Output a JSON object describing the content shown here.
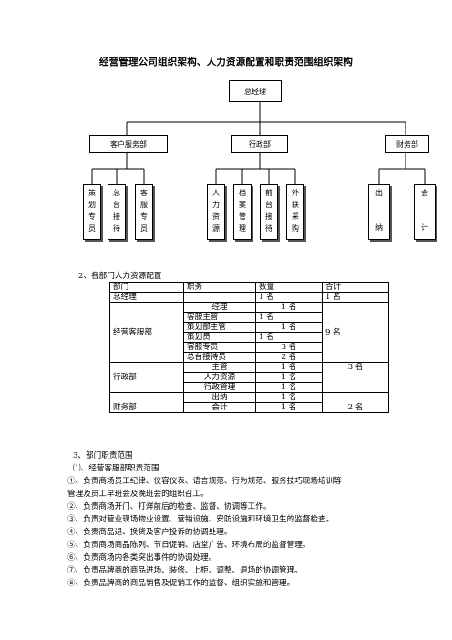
{
  "title": "经营管理公司组织架构、人力资源配置和职责范围组织架构",
  "org": {
    "top": "总经理",
    "departments": [
      {
        "name": "客户服务部",
        "children": [
          "策划专员",
          "总台接待",
          "客服专员"
        ]
      },
      {
        "name": "行政部",
        "children": [
          "人力资源",
          "档案管理",
          "前台接待",
          "外联采购"
        ]
      },
      {
        "name": "财务部",
        "children": [
          "出纳",
          "会计"
        ]
      }
    ]
  },
  "section2": {
    "heading": "2、各部门人力资源配置",
    "headers": [
      "部门",
      "职务",
      "数量",
      "合计"
    ],
    "rows": [
      [
        "总经理",
        "",
        "1 名",
        "1 名"
      ],
      [
        "经营客服部",
        "经理",
        "1 名",
        "9 名"
      ],
      [
        "",
        "客服主管",
        "1 名",
        ""
      ],
      [
        "",
        "策划部主管",
        "1 名",
        ""
      ],
      [
        "",
        "策划员",
        "1 名",
        ""
      ],
      [
        "",
        "客服专员",
        "3 名",
        ""
      ],
      [
        "",
        "总台接待员",
        "2 名",
        ""
      ],
      [
        "行政部",
        "主管",
        "1 名",
        "3 名"
      ],
      [
        "",
        "人力资源",
        "1 名",
        ""
      ],
      [
        "",
        "行政管理",
        "1 名",
        ""
      ],
      [
        "财务部",
        "出纳",
        "1 名",
        "2 名"
      ],
      [
        "",
        "会计",
        "1 名",
        ""
      ]
    ]
  },
  "section3": {
    "heading": "3、部门职责范围",
    "subheading": "⑴、经营客服部职责范围",
    "items": [
      "①、负责商场员工纪律、仪容仪表、语言规范、行为规范、服务技巧现场培训等",
      "管理及员工早班会及晚班会的组织召工。",
      "②、负责商场开门、打烊前后的检查、监督、协调等工作。",
      "③、负责对营业现场物业设置、营销设施、安防设施和环境卫生的监督检查。",
      "④、负责商品退、换货及客户投诉的协调处理。",
      "⑤、负责商场商品陈列、节日促销、店堂广告、环境布局的监督管理。",
      "⑥、负责商场内各类突出事件的协调处理。",
      "⑦、负责品牌商的商品进场、装修、上柜、调整、退场的协调管理。",
      "⑧、负责品牌商的商品销售及促销工作的监督、组织实施和管理。"
    ]
  }
}
